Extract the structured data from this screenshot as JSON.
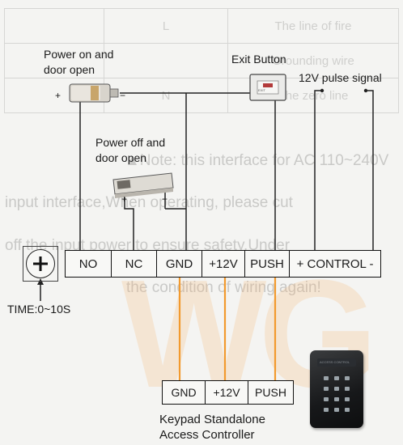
{
  "background_table": {
    "rows": [
      [
        "",
        "L",
        "The line of fire"
      ],
      [
        "",
        "",
        "Grounding wire"
      ],
      [
        "",
        "N",
        "The zero line"
      ]
    ]
  },
  "background_note": {
    "lines": [
      "▲Note: this interface for AC 110~240V",
      "input interface,When operating, please cut",
      "off the input power to ensure safety.Under",
      "the condition of wiring again!"
    ]
  },
  "watermark": "WG",
  "labels": {
    "power_on_door_open": [
      "Power on and",
      "door open"
    ],
    "power_off_door_open": [
      "Power off and",
      "door open"
    ],
    "exit_button": "Exit Button",
    "pulse_signal": "12V pulse signal",
    "time_range": "TIME:0~10S",
    "lock_on_plus": "+",
    "lock_on_minus": "−",
    "lock_off_plus": "+",
    "lock_off_minus": "−"
  },
  "main_terminals": [
    "NO",
    "NC",
    "GND",
    "+12V",
    "PUSH",
    "+ CONTROL -"
  ],
  "keypad_terminals": [
    "GND",
    "+12V",
    "PUSH"
  ],
  "keypad_caption": [
    "Keypad Standalone",
    "Access Controller"
  ],
  "device_labels": {
    "exit_button_face": "EXIT",
    "keypad_top": "ACCESS CONTROL"
  },
  "colors": {
    "wire_orange": "#f29a2e",
    "wire_black": "#222222",
    "watermark": "#f6b26b"
  }
}
